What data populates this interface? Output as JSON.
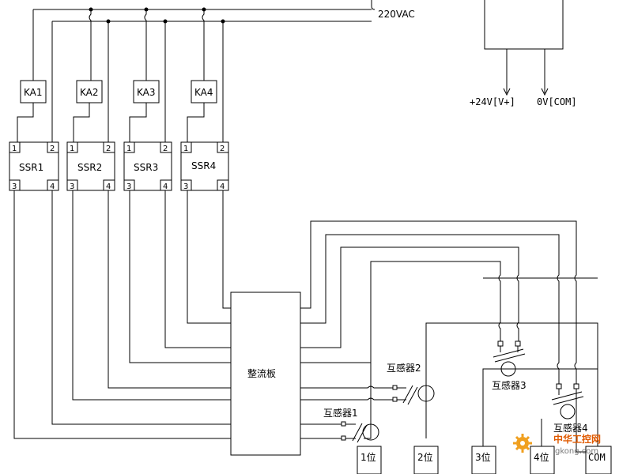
{
  "supply": {
    "ac_label": "220VAC",
    "dc_plus": "+24V[V+]",
    "dc_com": "0V[COM]"
  },
  "relays": [
    "KA1",
    "KA2",
    "KA3",
    "KA4"
  ],
  "ssr": [
    {
      "name": "SSR1",
      "pins": [
        "1",
        "2",
        "3",
        "4"
      ]
    },
    {
      "name": "SSR2",
      "pins": [
        "1",
        "2",
        "3",
        "4"
      ]
    },
    {
      "name": "SSR3",
      "pins": [
        "1",
        "2",
        "3",
        "4"
      ]
    },
    {
      "name": "SSR4",
      "pins": [
        "1",
        "2",
        "3",
        "4"
      ]
    }
  ],
  "rectifier_label": "整流板",
  "transformers": [
    "互感器1",
    "互感器2",
    "互感器3",
    "互感器4"
  ],
  "terminals": [
    "1位",
    "2位",
    "3位",
    "4位",
    "COM"
  ],
  "watermark": {
    "site": "中华工控网",
    "domain": "gkong.com"
  }
}
